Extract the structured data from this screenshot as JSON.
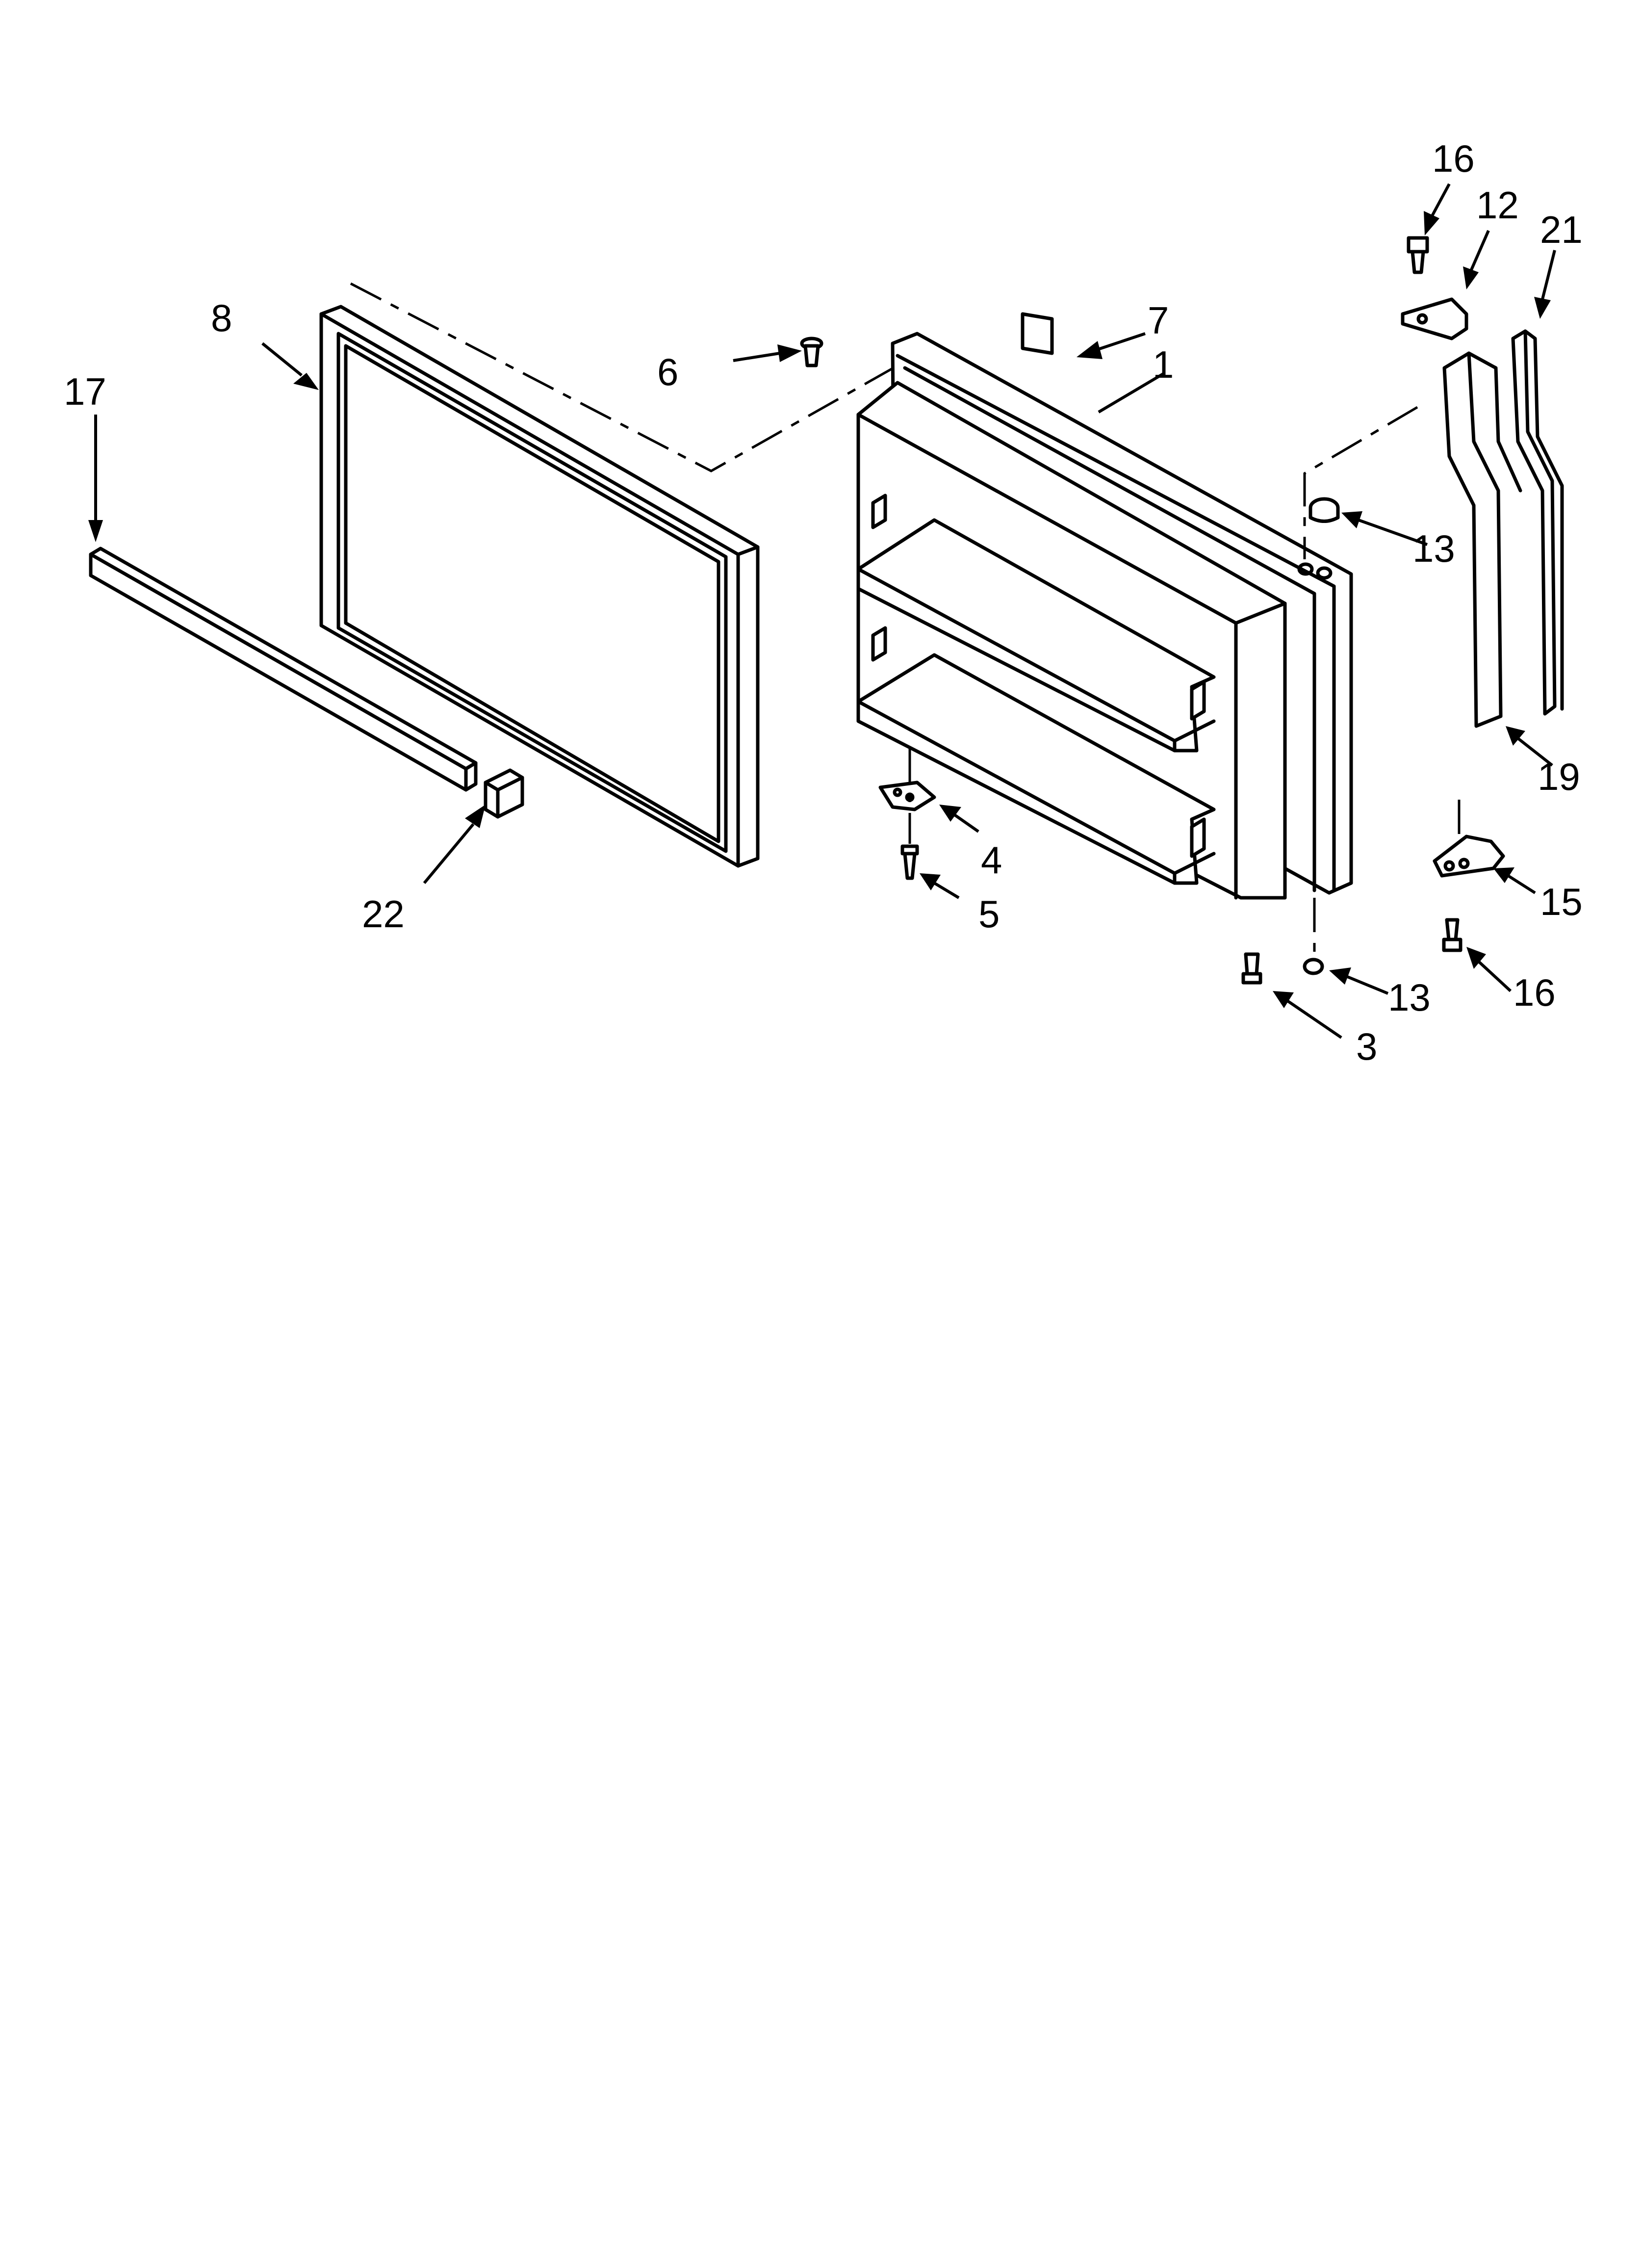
{
  "diagram": {
    "callouts": [
      {
        "id": "c17",
        "label": "17"
      },
      {
        "id": "c8",
        "label": "8"
      },
      {
        "id": "c22",
        "label": "22"
      },
      {
        "id": "c6",
        "label": "6"
      },
      {
        "id": "c7",
        "label": "7"
      },
      {
        "id": "c1",
        "label": "1"
      },
      {
        "id": "c4",
        "label": "4"
      },
      {
        "id": "c5",
        "label": "5"
      },
      {
        "id": "c16top",
        "label": "16"
      },
      {
        "id": "c12",
        "label": "12"
      },
      {
        "id": "c21",
        "label": "21"
      },
      {
        "id": "c13top",
        "label": "13"
      },
      {
        "id": "c19",
        "label": "19"
      },
      {
        "id": "c15",
        "label": "15"
      },
      {
        "id": "c13bot",
        "label": "13"
      },
      {
        "id": "c16bot",
        "label": "16"
      },
      {
        "id": "c3",
        "label": "3"
      }
    ]
  }
}
